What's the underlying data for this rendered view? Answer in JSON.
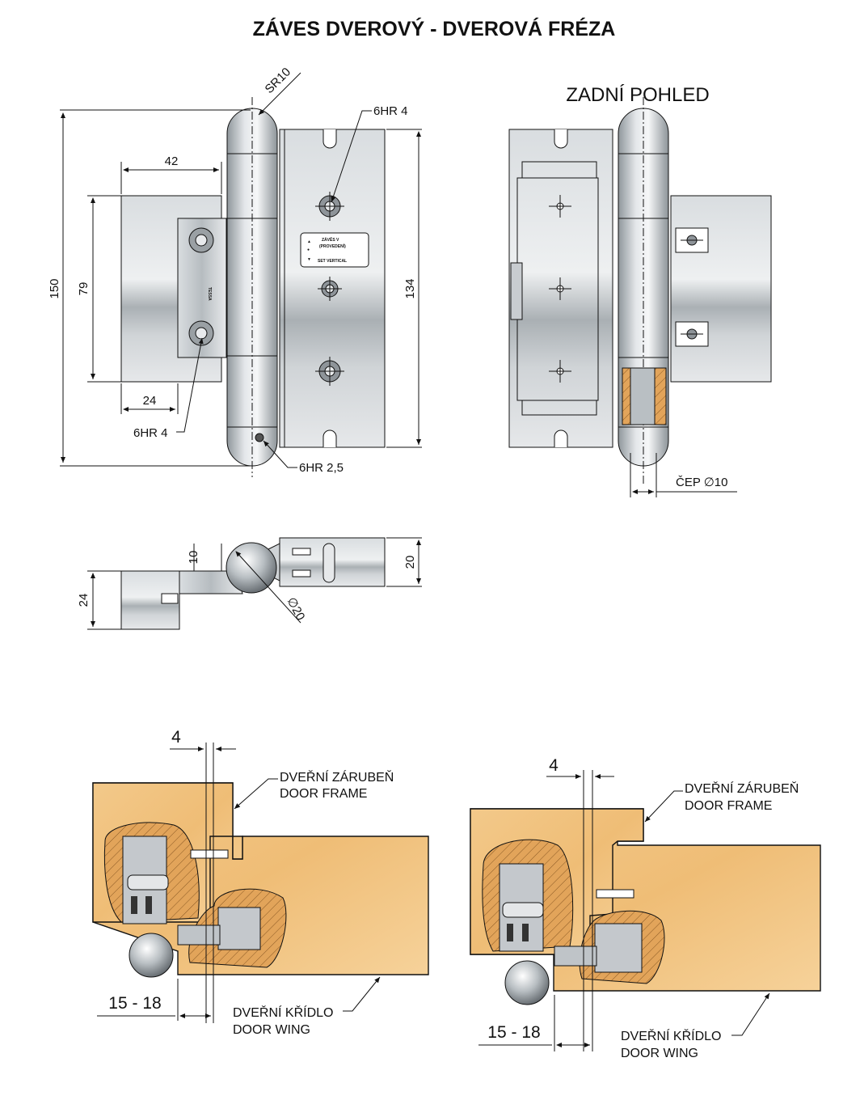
{
  "title": "ZÁVES DVEROVÝ - DVEROVÁ FRÉZA",
  "rear_view_title": "ZADNÍ POHLED",
  "front_view": {
    "radius_label": "SR10",
    "screw_top_label": "6HR 4",
    "screw_bottom_label": "6HR 4",
    "screw_small_label": "6HR 2,5",
    "dim_width": "42",
    "dim_bottom_width": "24",
    "dim_leaf_height": "79",
    "dim_total_height": "150",
    "dim_frame_height": "134",
    "badge": {
      "line1": "ZÁVĚS V",
      "line2": "(PROVEDENÍ)",
      "line3": "SET VERTICAL"
    },
    "logo_text": "TESSA"
  },
  "rear_view": {
    "pin_label": "ČEP ∅10"
  },
  "top_view": {
    "dim_offset": "10",
    "dim_leaf": "24",
    "dim_frame": "20",
    "dim_diameter": "∅20"
  },
  "section_left": {
    "dim_gap": "4",
    "dim_range": "15 - 18",
    "frame_label_cz": "DVEŘNÍ ZÁRUBEŇ",
    "frame_label_en": "DOOR FRAME",
    "wing_label_cz": "DVEŘNÍ KŘÍDLO",
    "wing_label_en": "DOOR WING"
  },
  "section_right": {
    "dim_gap": "4",
    "dim_range": "15 - 18",
    "frame_label_cz": "DVEŘNÍ ZÁRUBEŇ",
    "frame_label_en": "DOOR FRAME",
    "wing_label_cz": "DVEŘNÍ KŘÍDLO",
    "wing_label_en": "DOOR WING"
  },
  "colors": {
    "wood": "#f0c27e",
    "wood_dark": "#d99a4a",
    "metal": "#c4c8cc",
    "metal_dark": "#7d8388",
    "line": "#111111"
  }
}
